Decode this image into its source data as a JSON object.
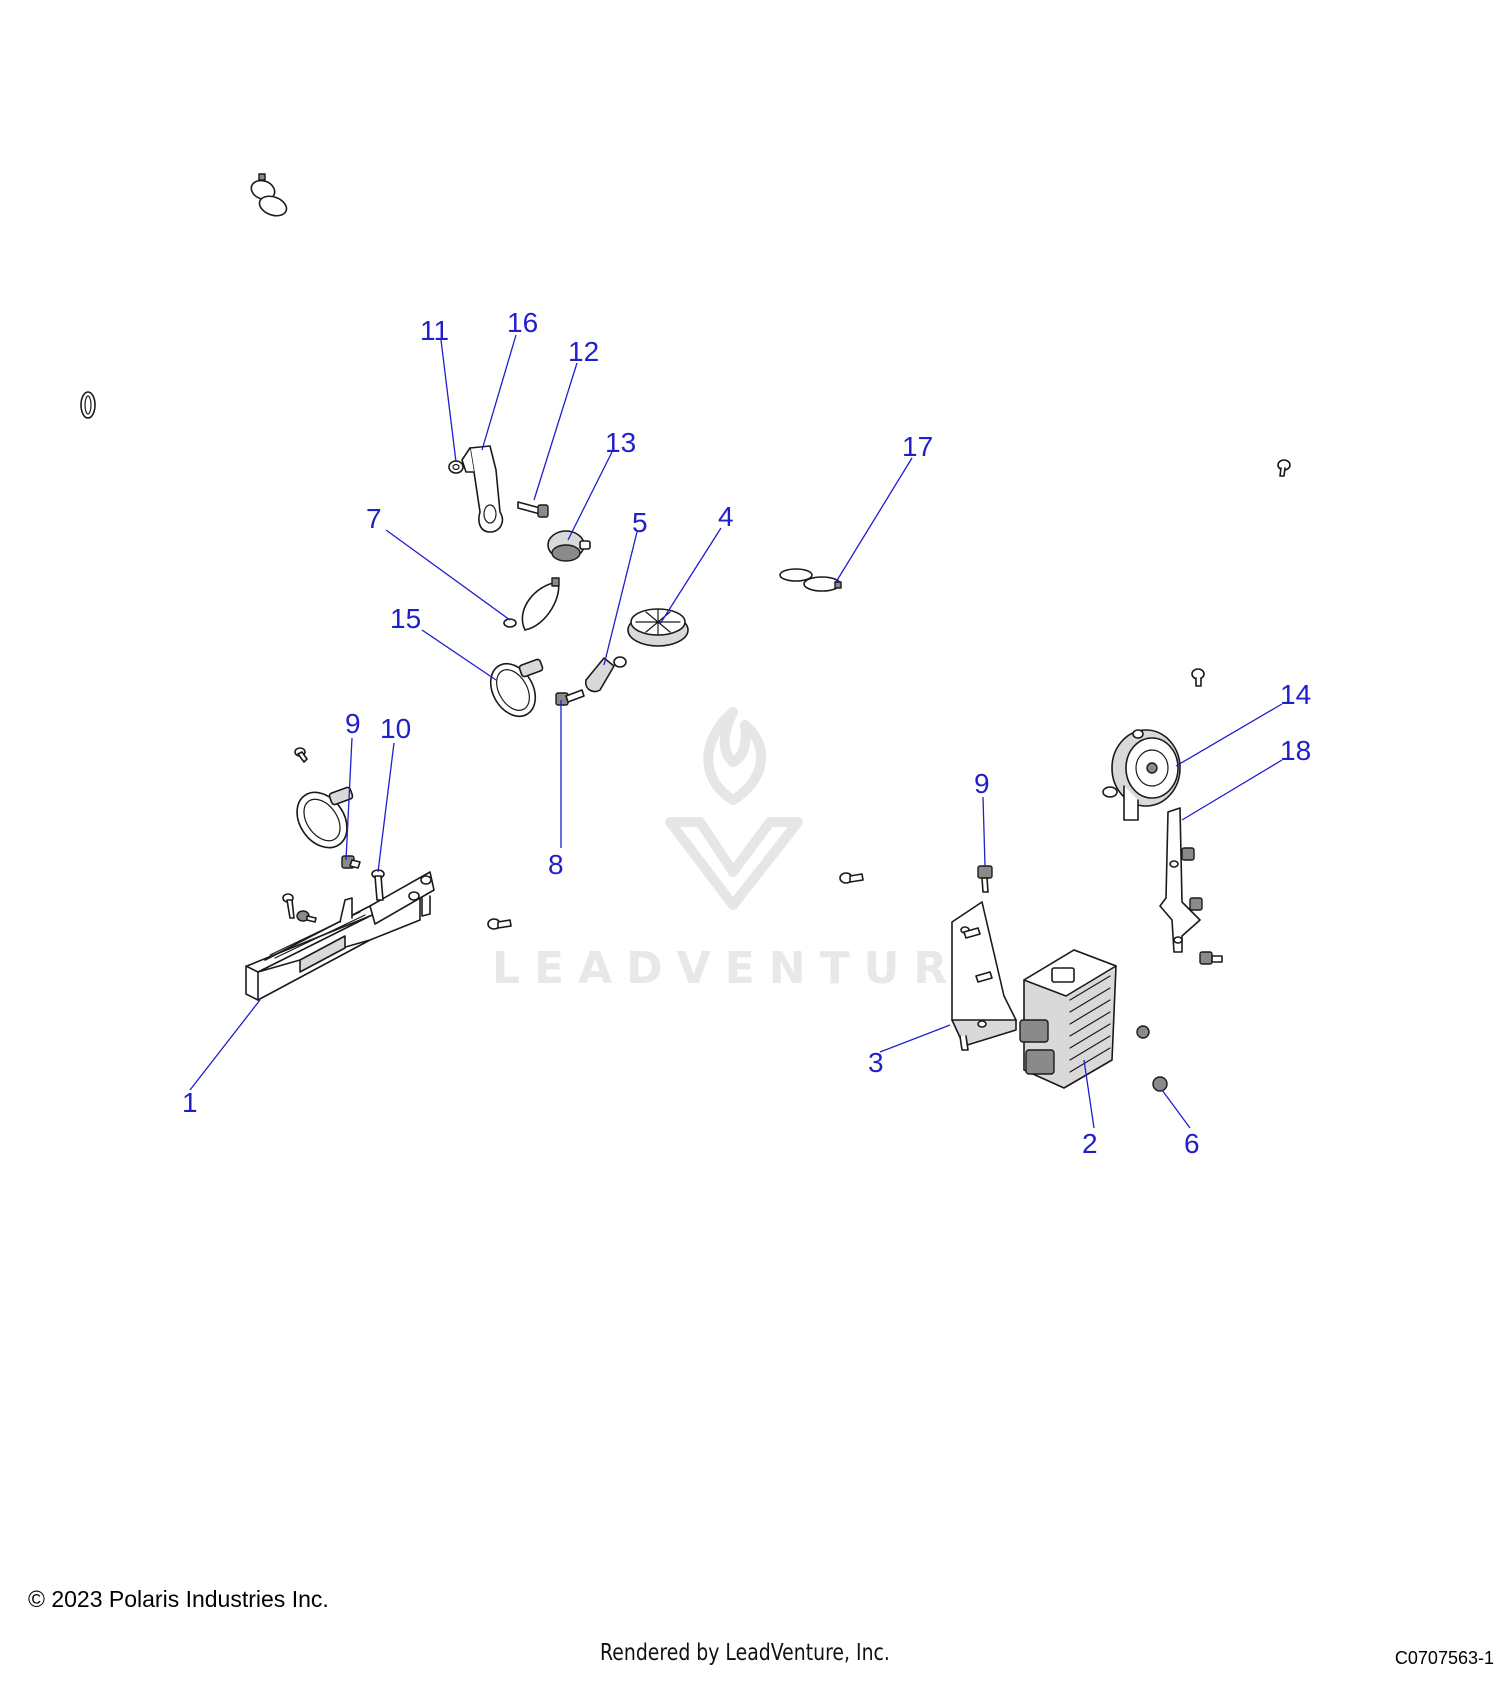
{
  "watermark": {
    "text": "LEADVENTURE"
  },
  "footer": {
    "copyright": "© 2023 Polaris Industries Inc.",
    "rendered_by": "Rendered by LeadVenture, Inc.",
    "diagram_code": "C0707563-1"
  },
  "callouts": {
    "c1": "1",
    "c2": "2",
    "c3": "3",
    "c4": "4",
    "c5": "5",
    "c6": "6",
    "c7": "7",
    "c8": "8",
    "c9a": "9",
    "c9b": "9",
    "c10": "10",
    "c11": "11",
    "c12": "12",
    "c13": "13",
    "c14": "14",
    "c15": "15",
    "c16": "16",
    "c17": "17",
    "c18": "18"
  },
  "colors": {
    "callout": "#1f1fcc",
    "line_art": "#1a1a1a",
    "watermark": "#e6e6e6"
  }
}
